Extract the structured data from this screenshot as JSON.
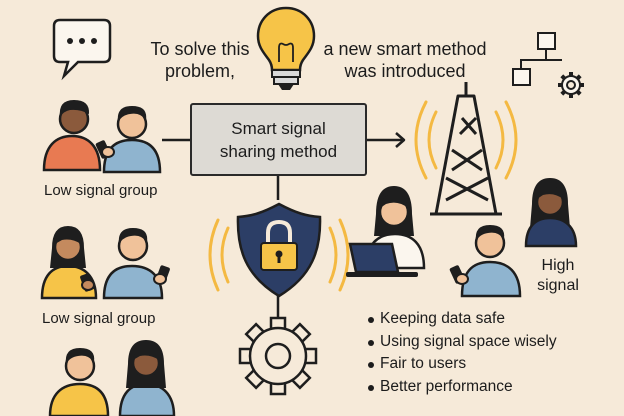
{
  "headline": {
    "left_line1": "To solve this",
    "left_line2": "problem,",
    "right_line1": "a new smart method",
    "right_line2": "was introduced"
  },
  "center_box": {
    "line1": "Smart signal",
    "line2": "sharing method"
  },
  "groups": {
    "low_top": "Low signal group",
    "low_bottom": "Low signal group",
    "high_line1": "High",
    "high_line2": "signal"
  },
  "benefits": [
    "Keeping data safe",
    "Using signal space wisely",
    "Fair to users",
    "Better performance"
  ],
  "colors": {
    "background": "#f6ead9",
    "navy": "#2c3e66",
    "accent_yellow": "#f6c448",
    "box_fill": "#dddad4",
    "outline": "#1e1e1e"
  },
  "icons": [
    "speech-bubble-icon",
    "light-bulb-icon",
    "hierarchy-icon",
    "gear-icon",
    "cell-tower-icon",
    "shield-lock-icon",
    "laptop-icon",
    "smartphone-icon"
  ]
}
